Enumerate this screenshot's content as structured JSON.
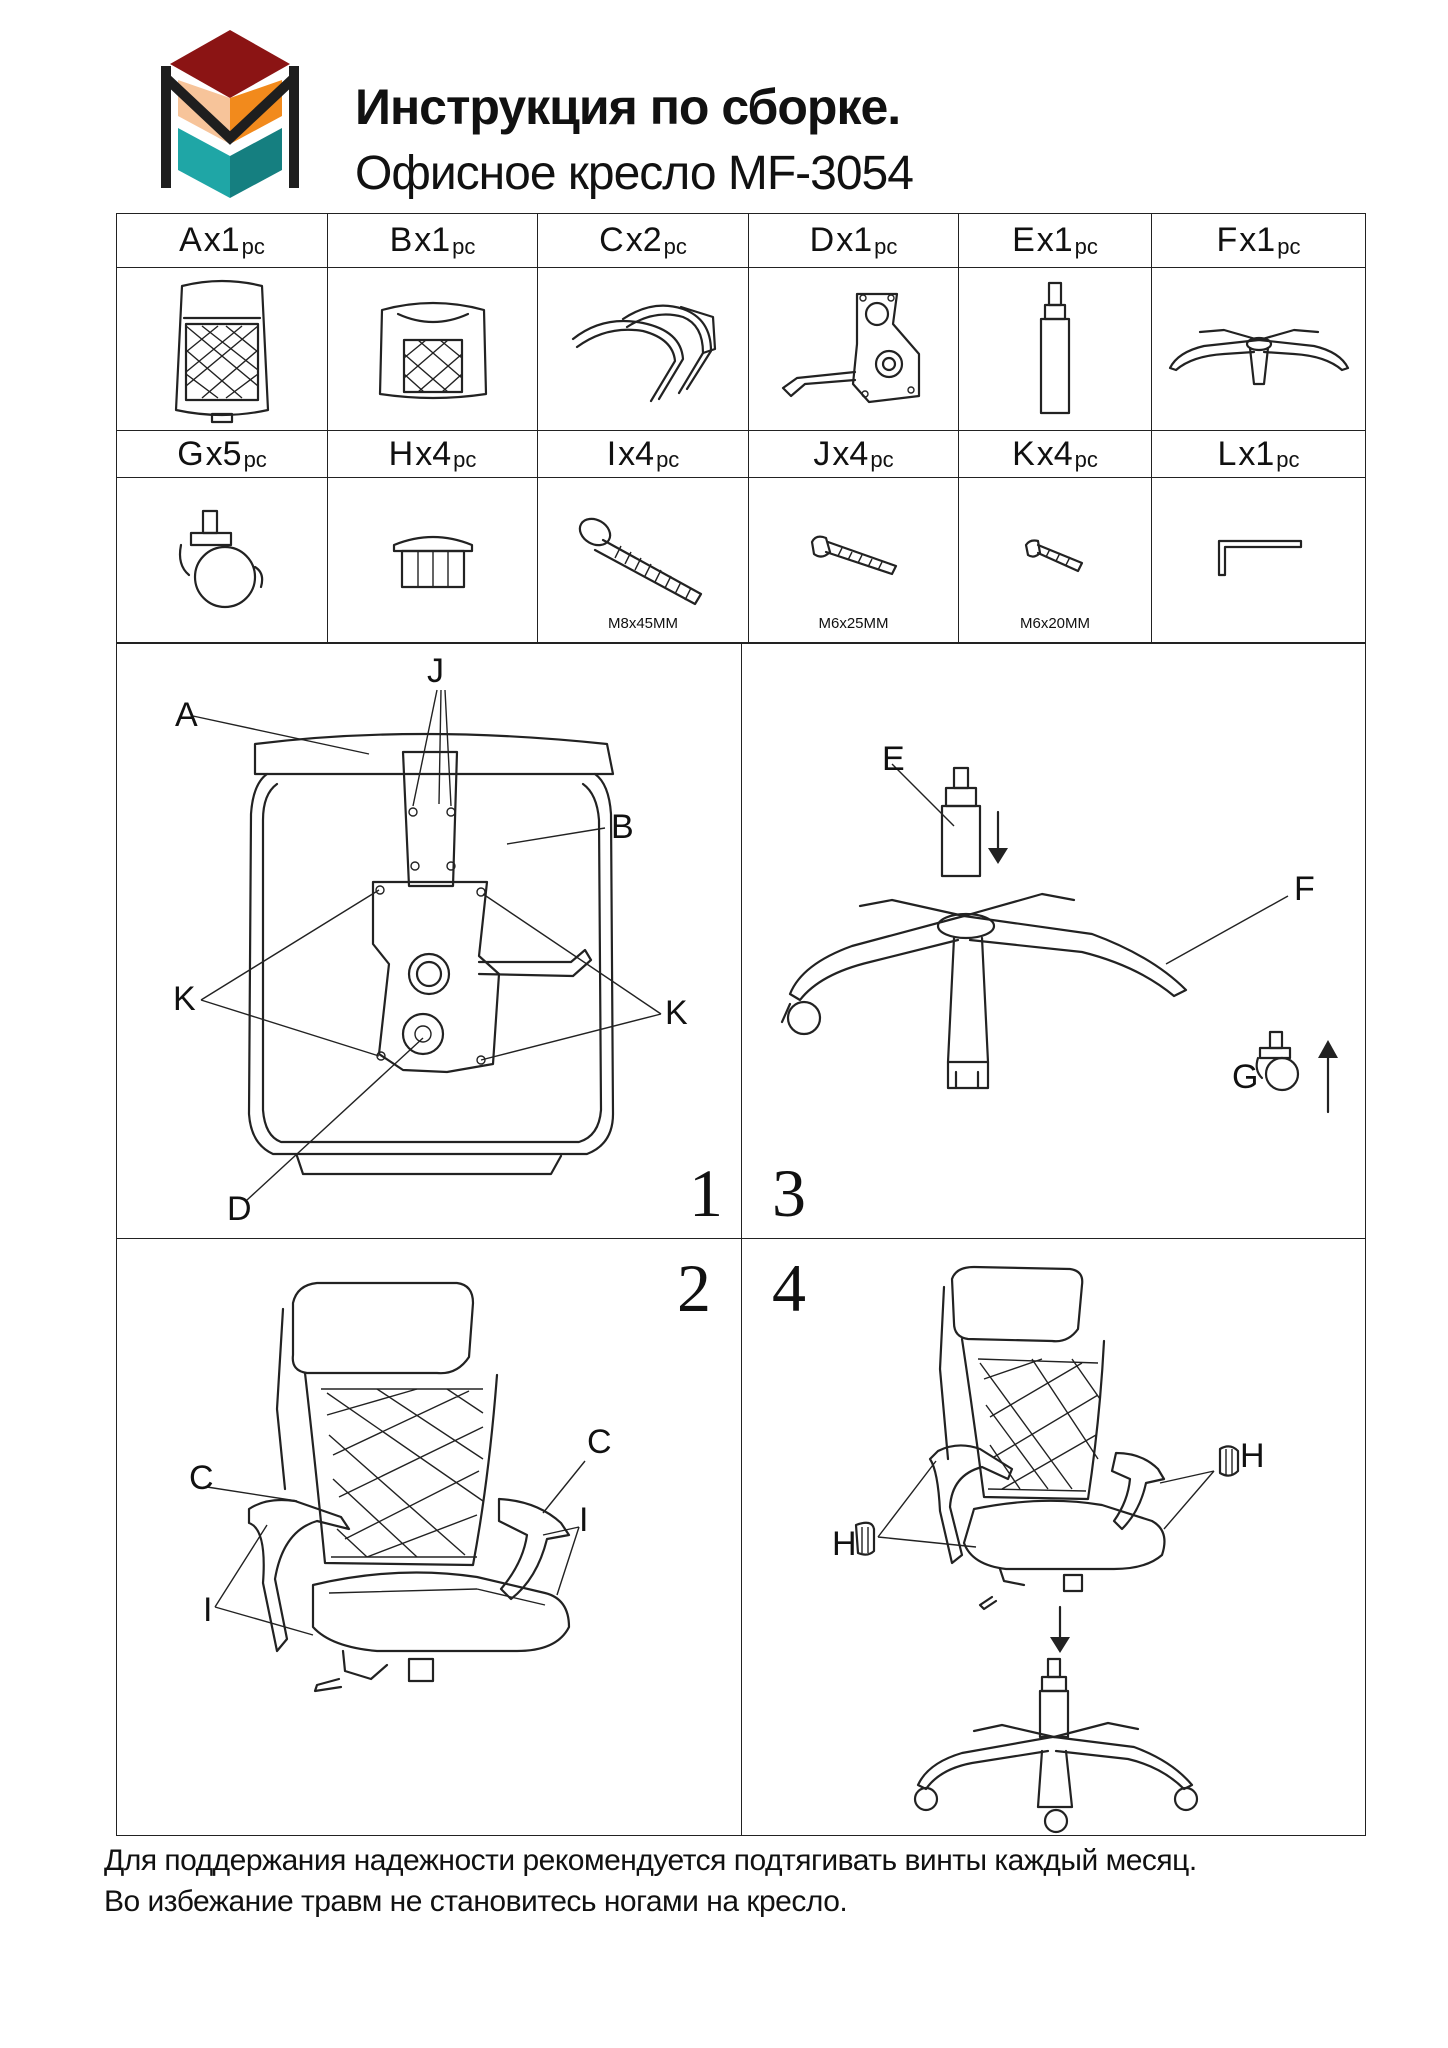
{
  "header": {
    "title": "Инструкция по сборке.",
    "subtitle": "Офисное кресло MF-3054"
  },
  "parts": [
    {
      "letter": "A",
      "qty": "x1",
      "unit": "pc",
      "icon": "backrest-icon",
      "dim": ""
    },
    {
      "letter": "B",
      "qty": "x1",
      "unit": "pc",
      "icon": "seat-icon",
      "dim": ""
    },
    {
      "letter": "C",
      "qty": "x2",
      "unit": "pc",
      "icon": "armrest-icon",
      "dim": ""
    },
    {
      "letter": "D",
      "qty": "x1",
      "unit": "pc",
      "icon": "mechanism-icon",
      "dim": ""
    },
    {
      "letter": "E",
      "qty": "x1",
      "unit": "pc",
      "icon": "gas-lift-icon",
      "dim": ""
    },
    {
      "letter": "F",
      "qty": "x1",
      "unit": "pc",
      "icon": "base-icon",
      "dim": ""
    },
    {
      "letter": "G",
      "qty": "x5",
      "unit": "pc",
      "icon": "caster-icon",
      "dim": ""
    },
    {
      "letter": "H",
      "qty": "x4",
      "unit": "pc",
      "icon": "cap-icon",
      "dim": ""
    },
    {
      "letter": "I",
      "qty": "x4",
      "unit": "pc",
      "icon": "bolt-large-icon",
      "dim": "M8x45MM"
    },
    {
      "letter": "J",
      "qty": "x4",
      "unit": "pc",
      "icon": "screw-medium-icon",
      "dim": "M6x25MM"
    },
    {
      "letter": "K",
      "qty": "x4",
      "unit": "pc",
      "icon": "screw-small-icon",
      "dim": "M6x20MM"
    },
    {
      "letter": "L",
      "qty": "x1",
      "unit": "pc",
      "icon": "hex-key-icon",
      "dim": ""
    }
  ],
  "steps": [
    {
      "number": "1",
      "callouts": [
        "A",
        "J",
        "B",
        "K",
        "K",
        "D"
      ]
    },
    {
      "number": "2",
      "callouts": [
        "C",
        "C",
        "I",
        "I"
      ]
    },
    {
      "number": "3",
      "callouts": [
        "E",
        "F",
        "G"
      ]
    },
    {
      "number": "4",
      "callouts": [
        "H",
        "H"
      ]
    }
  ],
  "footer": {
    "line1": "Для поддержания надежности рекомендуется подтягивать винты каждый месяц.",
    "line2": "Во избежание травм не становитесь ногами на кресло."
  },
  "colors": {
    "logo_top": "#8b1414",
    "logo_orange": "#f28a1c",
    "logo_peach": "#f7c49a",
    "logo_teal": "#1fa6a6",
    "logo_frame": "#1e1e1e"
  }
}
